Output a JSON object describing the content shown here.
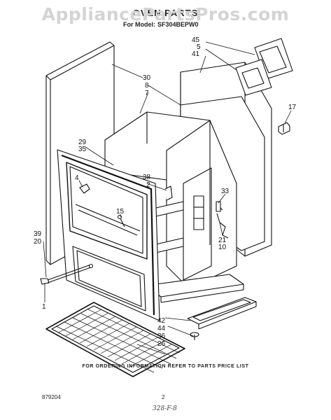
{
  "watermark": "AppliancePartsPros.com",
  "header": {
    "title": "OVEN PARTS",
    "model_prefix": "For Model:",
    "model_number": "SF304BEPW0"
  },
  "callouts": [
    {
      "id": "45",
      "label": "45"
    },
    {
      "id": "5",
      "label": "5"
    },
    {
      "id": "41",
      "label": "41"
    },
    {
      "id": "30",
      "label": "30"
    },
    {
      "id": "8",
      "label": "8"
    },
    {
      "id": "7",
      "label": "7"
    },
    {
      "id": "17",
      "label": "17"
    },
    {
      "id": "29",
      "label": "29"
    },
    {
      "id": "35",
      "label": "35"
    },
    {
      "id": "4",
      "label": "4"
    },
    {
      "id": "38",
      "label": "38"
    },
    {
      "id": "2",
      "label": "2"
    },
    {
      "id": "33",
      "label": "33"
    },
    {
      "id": "15",
      "label": "15"
    },
    {
      "id": "39",
      "label": "39"
    },
    {
      "id": "20",
      "label": "20"
    },
    {
      "id": "21",
      "label": "21"
    },
    {
      "id": "10",
      "label": "10"
    },
    {
      "id": "1",
      "label": "1"
    },
    {
      "id": "42",
      "label": "42"
    },
    {
      "id": "44",
      "label": "44"
    },
    {
      "id": "36",
      "label": "36"
    },
    {
      "id": "26",
      "label": "26"
    }
  ],
  "footer": {
    "note": "FOR ORDERING INFORMATION REFER TO PARTS PRICE LIST",
    "doc_number": "879204",
    "page_number": "2",
    "handwritten": "328-F-8"
  }
}
